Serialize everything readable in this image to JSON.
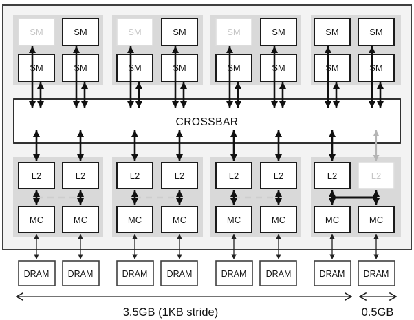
{
  "figure": {
    "kind": "diagram",
    "description": "GPU memory hierarchy: SM clusters connected through a crossbar to L2/MC partitions and DRAM chips; grayed units are disabled",
    "crossbar": {
      "label": "CROSSBAR"
    },
    "columns": [
      {
        "sm_top": {
          "label": "SM",
          "disabled": true
        },
        "sm_bottom": {
          "label": "SM"
        },
        "l2": {
          "label": "L2",
          "disabled": false
        },
        "mc": {
          "label": "MC"
        },
        "dram": {
          "label": "DRAM"
        }
      },
      {
        "sm_top": {
          "label": "SM",
          "disabled": false
        },
        "sm_bottom": {
          "label": "SM"
        },
        "l2": {
          "label": "L2",
          "disabled": false
        },
        "mc": {
          "label": "MC"
        },
        "dram": {
          "label": "DRAM"
        }
      },
      {
        "sm_top": {
          "label": "SM",
          "disabled": true
        },
        "sm_bottom": {
          "label": "SM"
        },
        "l2": {
          "label": "L2",
          "disabled": false
        },
        "mc": {
          "label": "MC"
        },
        "dram": {
          "label": "DRAM"
        }
      },
      {
        "sm_top": {
          "label": "SM",
          "disabled": false
        },
        "sm_bottom": {
          "label": "SM"
        },
        "l2": {
          "label": "L2",
          "disabled": false
        },
        "mc": {
          "label": "MC"
        },
        "dram": {
          "label": "DRAM"
        }
      },
      {
        "sm_top": {
          "label": "SM",
          "disabled": true
        },
        "sm_bottom": {
          "label": "SM"
        },
        "l2": {
          "label": "L2",
          "disabled": false
        },
        "mc": {
          "label": "MC"
        },
        "dram": {
          "label": "DRAM"
        }
      },
      {
        "sm_top": {
          "label": "SM",
          "disabled": false
        },
        "sm_bottom": {
          "label": "SM"
        },
        "l2": {
          "label": "L2",
          "disabled": false
        },
        "mc": {
          "label": "MC"
        },
        "dram": {
          "label": "DRAM"
        }
      },
      {
        "sm_top": {
          "label": "SM",
          "disabled": false
        },
        "sm_bottom": {
          "label": "SM"
        },
        "l2": {
          "label": "L2",
          "disabled": false
        },
        "mc": {
          "label": "MC"
        },
        "dram": {
          "label": "DRAM"
        }
      },
      {
        "sm_top": {
          "label": "SM",
          "disabled": false
        },
        "sm_bottom": {
          "label": "SM"
        },
        "l2": {
          "label": "L2",
          "disabled": true
        },
        "mc": {
          "label": "MC"
        },
        "dram": {
          "label": "DRAM"
        }
      }
    ],
    "groups": [
      {
        "index": 1,
        "l2_mc_cross_link": "disabled-dashed"
      },
      {
        "index": 2,
        "l2_mc_cross_link": "disabled-dashed"
      },
      {
        "index": 3,
        "l2_mc_cross_link": "disabled-dashed"
      },
      {
        "index": 4,
        "l2_mc_cross_link": "active-solid"
      }
    ],
    "memory_spans": {
      "left_label": "3.5GB (1KB stride)",
      "right_label": "0.5GB"
    },
    "colors": {
      "outer_fill": "#f3f3f3",
      "group_fill": "#d9d9d9",
      "box_fill": "#ffffff",
      "box_border": "#1b1b1b",
      "disabled_border": "#dddddd",
      "disabled_text": "#c6c6c6",
      "arrow": "#111111",
      "disabled_arrow": "#b5b5b5",
      "dashed_link": "#cdcdcd"
    }
  }
}
